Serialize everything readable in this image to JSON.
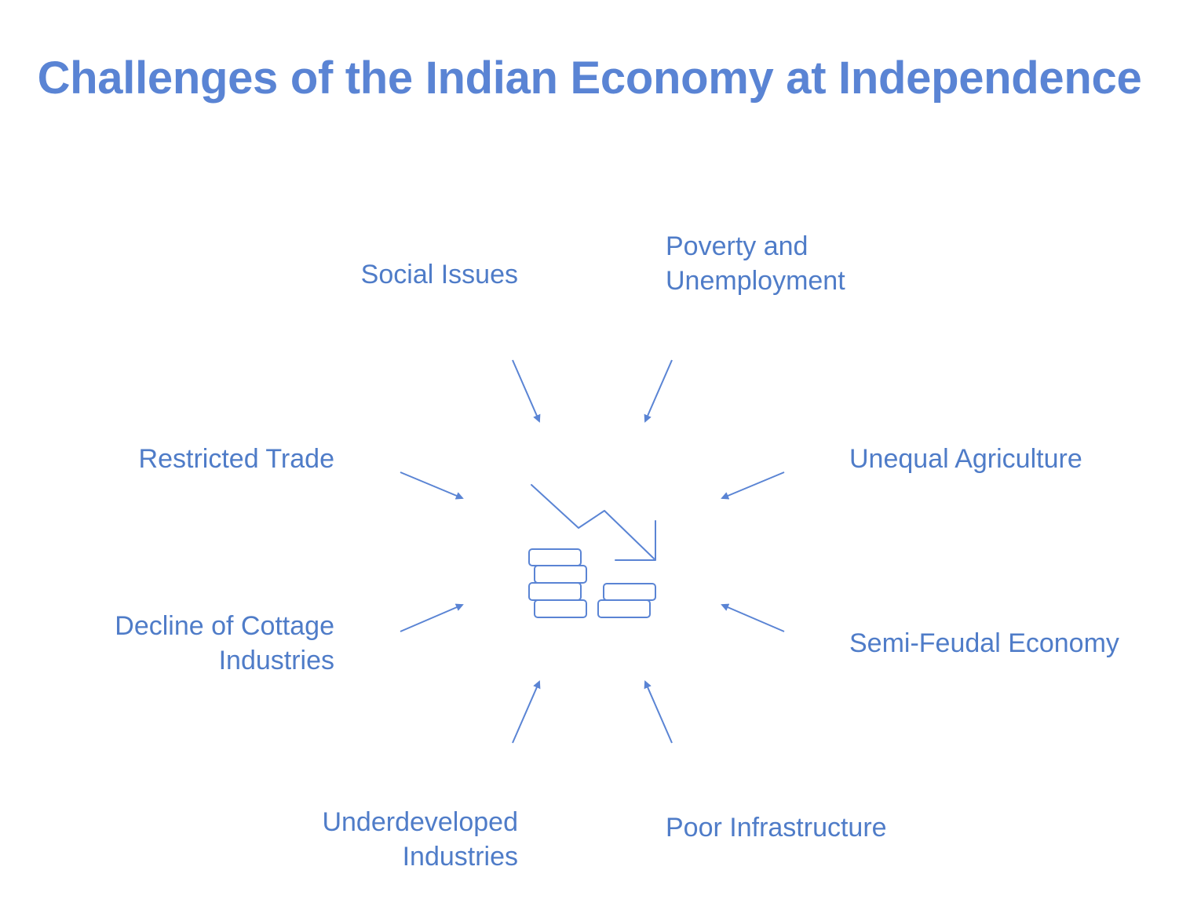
{
  "title": "Challenges of the Indian Economy at Independence",
  "colors": {
    "accent": "#5a84d4",
    "label": "#4f7cc8",
    "background": "#ffffff"
  },
  "center_icon": "declining-economy-coins-icon",
  "challenges": [
    {
      "id": "social-issues",
      "label": "Social Issues"
    },
    {
      "id": "poverty-unemployment",
      "label": "Poverty and\nUnemployment"
    },
    {
      "id": "restricted-trade",
      "label": "Restricted Trade"
    },
    {
      "id": "unequal-agriculture",
      "label": "Unequal Agriculture"
    },
    {
      "id": "decline-cottage",
      "label": "Decline of Cottage\nIndustries"
    },
    {
      "id": "semi-feudal",
      "label": "Semi-Feudal Economy"
    },
    {
      "id": "underdeveloped-industries",
      "label": "Underdeveloped\nIndustries"
    },
    {
      "id": "poor-infrastructure",
      "label": "Poor Infrastructure"
    }
  ]
}
